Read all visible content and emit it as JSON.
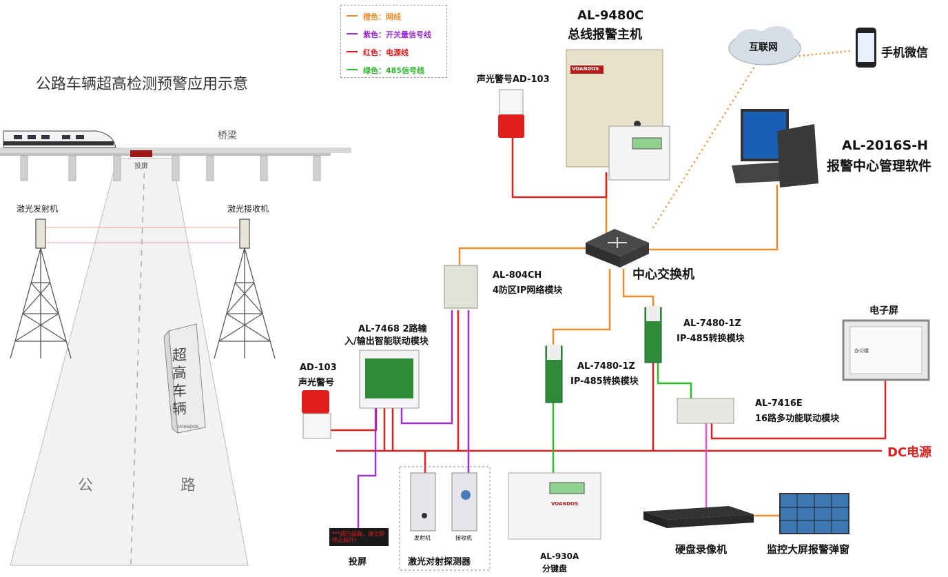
{
  "title": "公路车辆超高检测预警应用示意",
  "scene": {
    "bridge": "桥梁",
    "screen_small": "投屏",
    "laser_tx": "激光发射机",
    "laser_rx": "激光接收机",
    "truck_text": "超高车辆",
    "truck_brand": "VOANDOS",
    "road_left": "公",
    "road_right": "路"
  },
  "legend": [
    {
      "label": "橙色：网线",
      "color": "#f08a2c"
    },
    {
      "label": "紫色：开关量信号线",
      "color": "#9b30d0"
    },
    {
      "label": "红色：电源线",
      "color": "#e02020"
    },
    {
      "label": "绿色：485信号线",
      "color": "#2db82d"
    }
  ],
  "devices": {
    "host_model": "AL-9480C",
    "host_name": "总线报警主机",
    "host_brand": "VOANDOS",
    "siren_top": "声光警号AD-103",
    "internet": "互联网",
    "wechat": "手机微信",
    "software_model": "AL-2016S-H",
    "software_name": "报警中心管理软件",
    "switch": "中心交换机",
    "m804_model": "AL-804CH",
    "m804_name": "4防区IP网络模块",
    "m7468_model": "AL-7468 2路输",
    "m7468_name": "入/输出智能联动模块",
    "siren_left_model": "AD-103",
    "siren_left_name": "声光警号",
    "m7480a_model": "AL-7480-1Z",
    "m7480a_name": "IP-485转换模块",
    "m7480b_model": "AL-7480-1Z",
    "m7480b_name": "IP-485转换模块",
    "screen": "电子屏",
    "screen_inner": "办公楼",
    "m7416_model": "AL-7416E",
    "m7416_name": "16路多功能联动模块",
    "dc": "DC电源",
    "toupin": "投屏",
    "toupin_text": "***超已超高，请立即停止前行!",
    "laser_det": "激光对射探测器",
    "tx": "发射机",
    "rx": "接收机",
    "keypad_model": "AL-930A",
    "keypad_name": "分键盘",
    "keypad_brand": "VOANDOS",
    "dvr": "硬盘录像机",
    "wall": "监控大屏报警弹窗"
  }
}
